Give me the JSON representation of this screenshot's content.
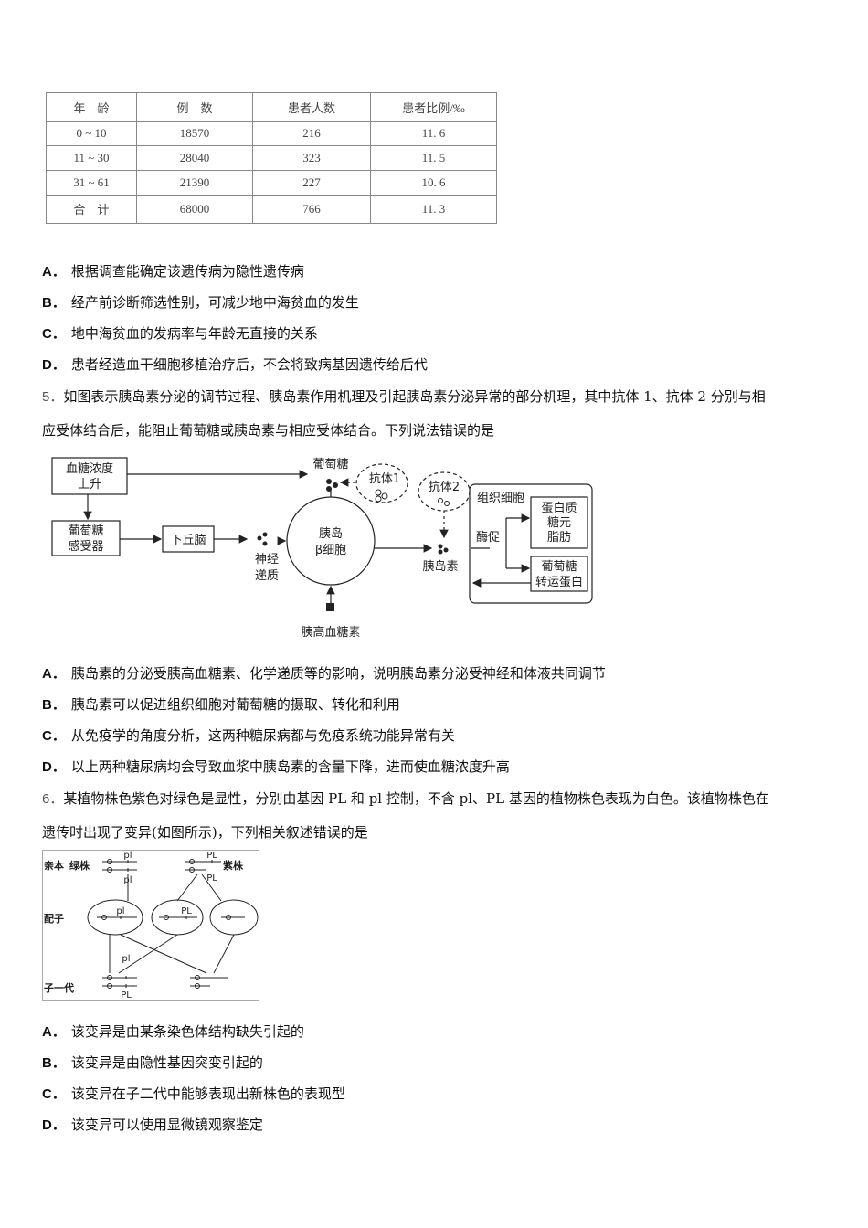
{
  "table": {
    "headers": [
      "年　龄",
      "例　数",
      "患者人数",
      "患者比例/‰"
    ],
    "rows": [
      [
        "0 ~ 10",
        "18570",
        "216",
        "11. 6"
      ],
      [
        "11 ~ 30",
        "28040",
        "323",
        "11. 5"
      ],
      [
        "31 ~ 61",
        "21390",
        "227",
        "10. 6"
      ],
      [
        "合　计",
        "68000",
        "766",
        "11. 3"
      ]
    ]
  },
  "q4": {
    "options": [
      {
        "letter": "A．",
        "text": "根据调查能确定该遗传病为隐性遗传病"
      },
      {
        "letter": "B．",
        "text": "经产前诊断筛选性别，可减少地中海贫血的发生"
      },
      {
        "letter": "C．",
        "text": "地中海贫血的发病率与年龄无直接的关系"
      },
      {
        "letter": "D．",
        "text": "患者经造血干细胞移植治疗后，不会将致病基因遗传给后代"
      }
    ]
  },
  "q5": {
    "number": "5．",
    "line1": "如图表示胰岛素分泌的调节过程、胰岛素作用机理及引起胰岛素分泌异常的部分机理，其中抗体 1、抗体 2 分别与相",
    "line2": "应受体结合后，能阻止葡萄糖或胰岛素与相应受体结合。下列说法错误的是",
    "diagram": {
      "blood_sugar_l1": "血糖浓度",
      "blood_sugar_l2": "上升",
      "receptor_l1": "葡萄糖",
      "receptor_l2": "感受器",
      "hypothalamus": "下丘脑",
      "neuro_l1": "神经",
      "neuro_l2": "递质",
      "islet_l1": "胰岛",
      "islet_l2": "β细胞",
      "glucose": "葡萄糖",
      "antibody1": "抗体1",
      "antibody2": "抗体2",
      "glucagon": "胰高血糖素",
      "insulin": "胰岛素",
      "tissue_cell": "组织细胞",
      "promote": "酶促",
      "products_l1": "蛋白质",
      "products_l2": "糖元",
      "products_l3": "脂肪",
      "transporter_l1": "葡萄糖",
      "transporter_l2": "转运蛋白"
    },
    "options": [
      {
        "letter": "A．",
        "text": "胰岛素的分泌受胰高血糖素、化学递质等的影响，说明胰岛素分泌受神经和体液共同调节"
      },
      {
        "letter": "B．",
        "text": "胰岛素可以促进组织细胞对葡萄糖的摄取、转化和利用"
      },
      {
        "letter": "C．",
        "text": "从免疫学的角度分析，这两种糖尿病都与免疫系统功能异常有关"
      },
      {
        "letter": "D．",
        "text": "以上两种糖尿病均会导致血浆中胰岛素的含量下降，进而使血糖浓度升高"
      }
    ]
  },
  "q6": {
    "number": "6．",
    "line1": "某植物株色紫色对绿色是显性，分别由基因 PL 和 pl 控制，不含 pl、PL 基因的植物株色表现为白色。该植物株色在",
    "line2": "遗传时出现了变异(如图所示)，下列相关叙述错误的是",
    "diagram": {
      "parent_label": "亲本",
      "green": "绿株",
      "purple": "紫株",
      "gamete_label": "配子",
      "f1_label": "子一代",
      "pl": "pl",
      "PL": "PL"
    },
    "options": [
      {
        "letter": "A．",
        "text": "该变异是由某条染色体结构缺失引起的"
      },
      {
        "letter": "B．",
        "text": "该变异是由隐性基因突变引起的"
      },
      {
        "letter": "C．",
        "text": "该变异在子二代中能够表现出新株色的表现型"
      },
      {
        "letter": "D．",
        "text": "该变异可以使用显微镜观察鉴定"
      }
    ]
  }
}
